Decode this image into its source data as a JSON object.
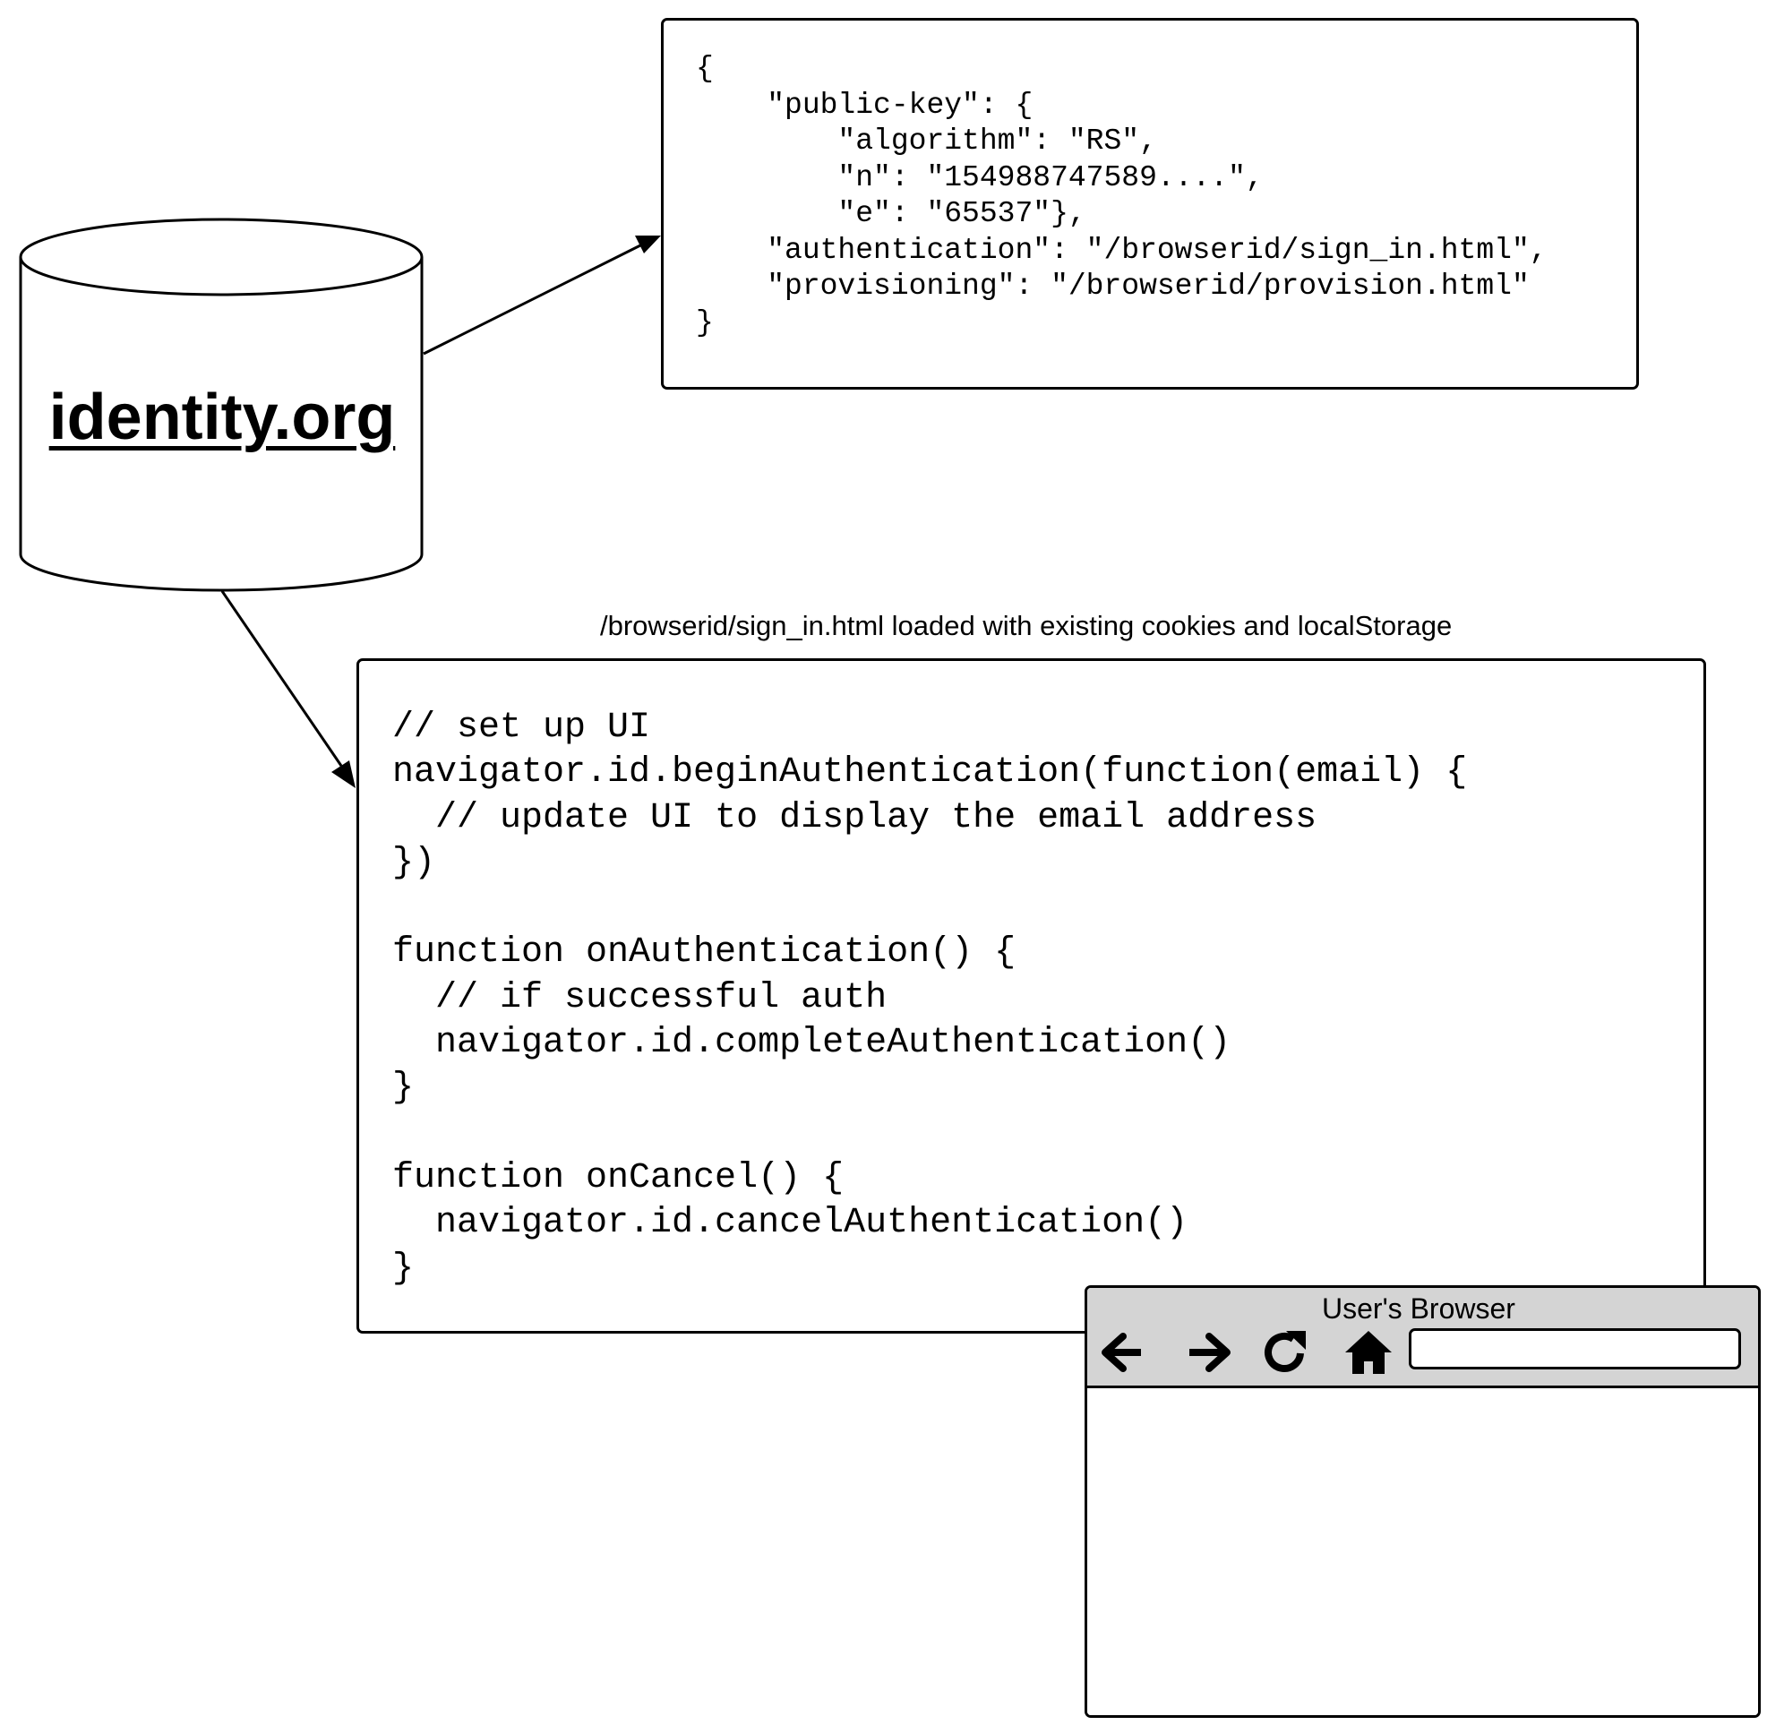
{
  "database": {
    "label": "identity.org"
  },
  "support_document": {
    "code": "{\n    \"public-key\": {\n        \"algorithm\": \"RS\",\n        \"n\": \"154988747589....\",\n        \"e\": \"65537\"},\n    \"authentication\": \"/browserid/sign_in.html\",\n    \"provisioning\": \"/browserid/provision.html\"\n}"
  },
  "sign_in_page": {
    "caption": "/browserid/sign_in.html loaded with existing cookies and localStorage",
    "code": "// set up UI\nnavigator.id.beginAuthentication(function(email) {\n  // update UI to display the email address\n})\n\nfunction onAuthentication() {\n  // if successful auth\n  navigator.id.completeAuthentication()\n}\n\nfunction onCancel() {\n  navigator.id.cancelAuthentication()\n}"
  },
  "browser": {
    "title": "User's Browser",
    "address_value": "",
    "icons": {
      "back": "back-arrow-icon",
      "forward": "forward-arrow-icon",
      "reload": "reload-icon",
      "home": "home-icon"
    }
  }
}
